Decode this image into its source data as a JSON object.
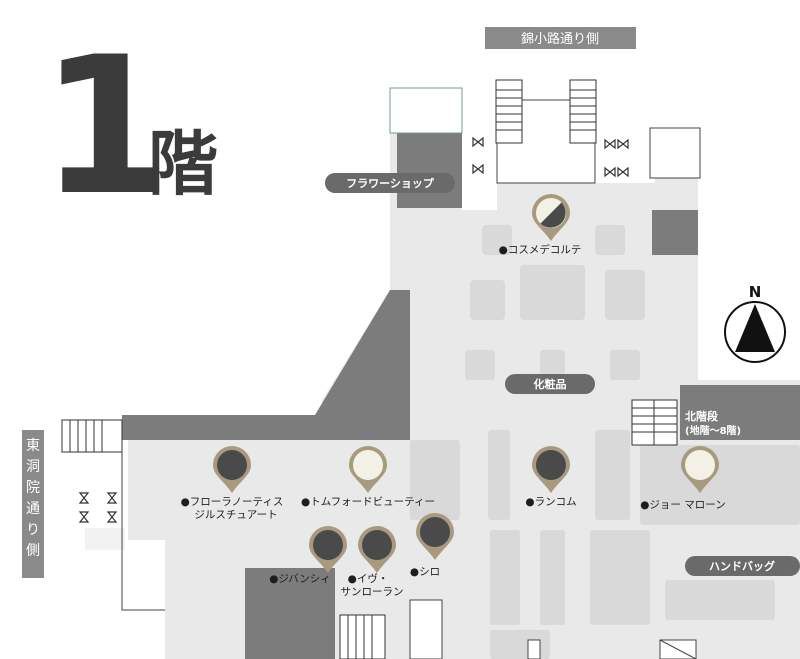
{
  "floor": {
    "number": "1",
    "suffix": "階"
  },
  "streets": {
    "top": "錦小路通り側",
    "left": "東洞院通り側"
  },
  "areas": {
    "flower_shop": "フラワーショップ",
    "cosmetics": "化粧品",
    "handbags": "ハンドバッグ"
  },
  "north_stairs": {
    "title": "北階段",
    "subtitle": "(地階〜8階)"
  },
  "compass": {
    "label": "N"
  },
  "colors": {
    "pin_ring": "#a89a7e",
    "pin_dark": "#4a4a4a",
    "pin_light": "#f3f0e5",
    "wall": "#7a7a7a",
    "floor": "#e8e8e8"
  },
  "shops": [
    {
      "name": "●コスメデコルテ",
      "pin": "half"
    },
    {
      "name": "●フローラノーティス",
      "line2": "ジルスチュアート",
      "pin": "dark"
    },
    {
      "name": "●トムフォードビューティー",
      "pin": "light"
    },
    {
      "name": "●ランコム",
      "pin": "dark"
    },
    {
      "name": "●ジョー マローン",
      "pin": "light"
    },
    {
      "name": "●ジバンシィ",
      "pin": "dark"
    },
    {
      "name": "●イヴ・",
      "line2": "サンローラン",
      "pin": "dark"
    },
    {
      "name": "●シロ",
      "pin": "dark"
    }
  ]
}
